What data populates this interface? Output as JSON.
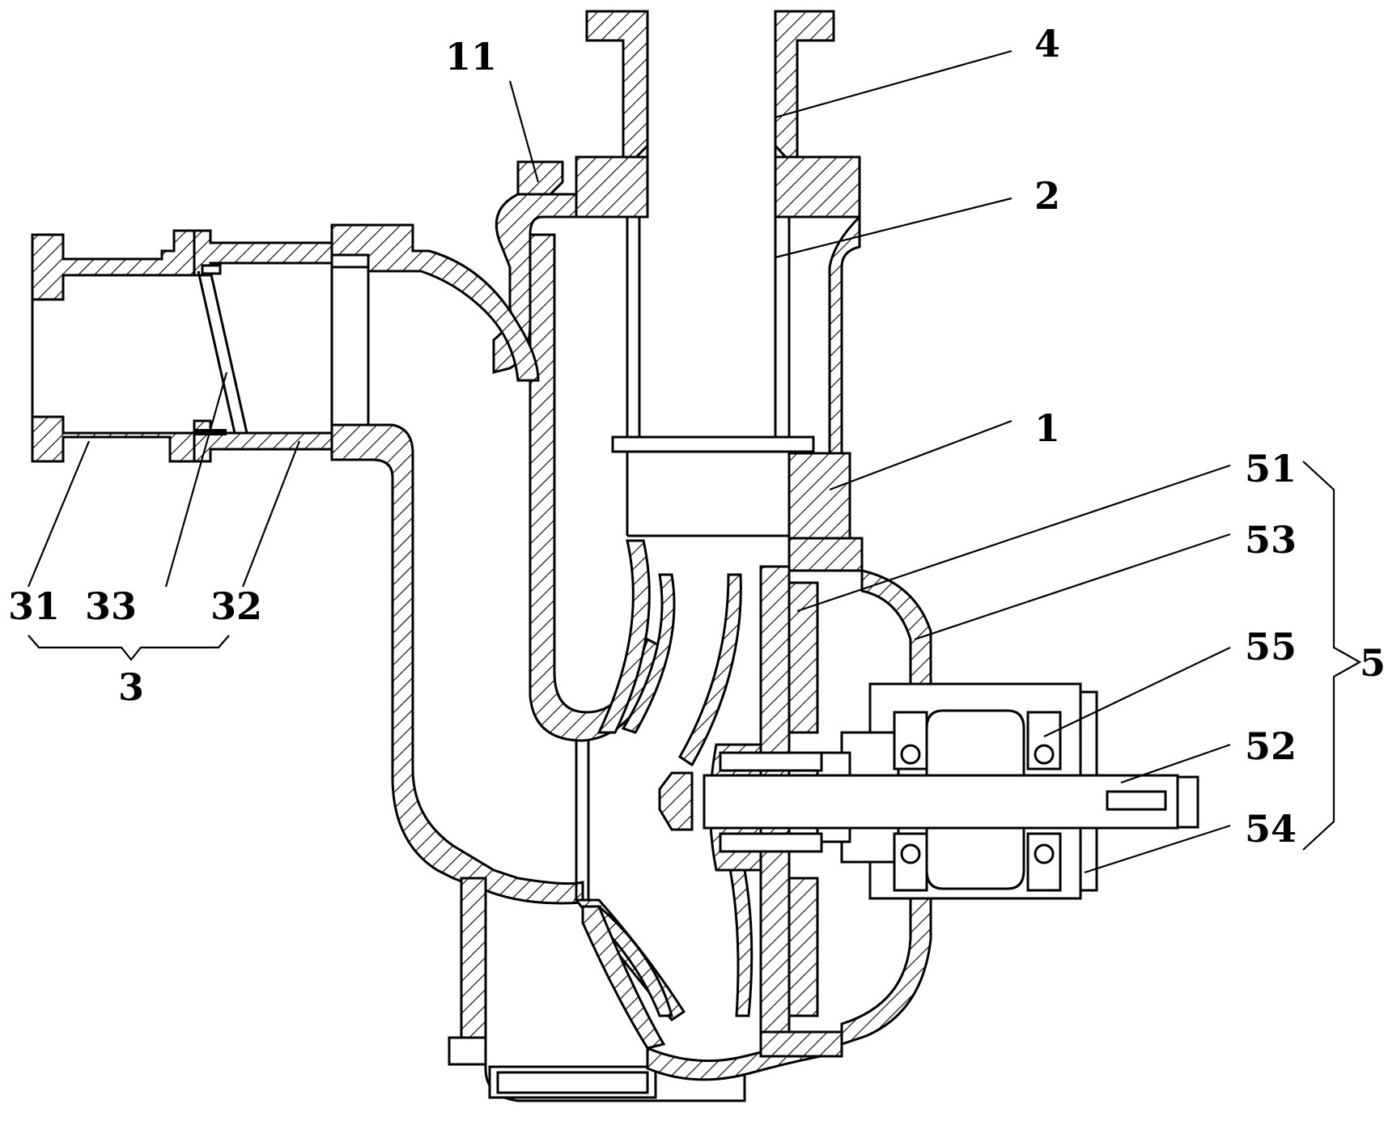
{
  "labels": {
    "l11": "11",
    "l4": "4",
    "l2": "2",
    "l1": "1",
    "l51": "51",
    "l53": "53",
    "l55": "55",
    "l52": "52",
    "l54": "54",
    "l5": "5",
    "l31": "31",
    "l33": "33",
    "l32": "32",
    "l3": "3"
  }
}
